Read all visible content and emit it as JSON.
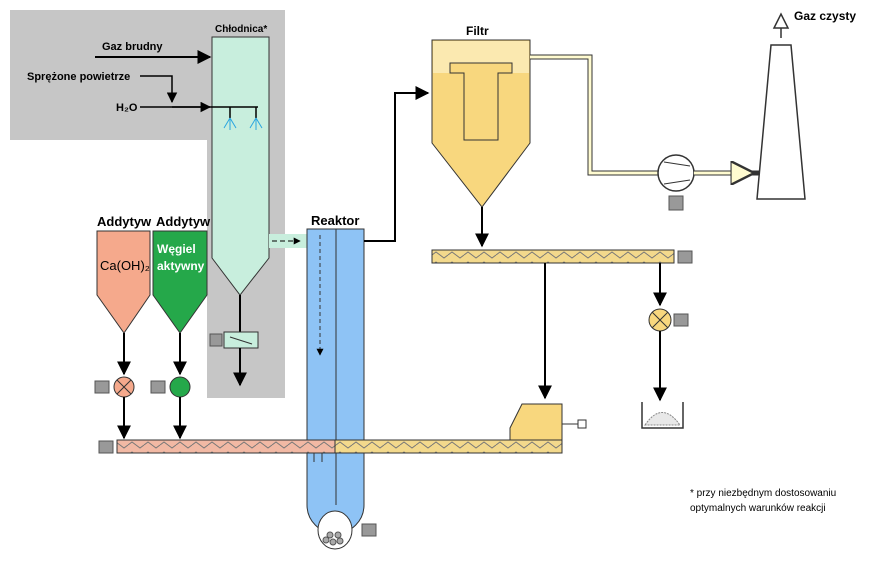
{
  "labels": {
    "gaz_brudny": "Gaz brudny",
    "sprezone_powietrze": "Sprężone powietrze",
    "h2o": "H₂O",
    "chlodnica": "Chłodnica*",
    "reaktor": "Reaktor",
    "filtr": "Filtr",
    "gaz_czysty": "Gaz czysty",
    "addytyw_1": "Addytyw",
    "addytyw_2": "Addytyw",
    "caoh2": "Ca(OH)₂",
    "wegiel_line1": "Węgiel",
    "wegiel_line2": "aktywny"
  },
  "footnote": {
    "line1": "* przy niezbędnym dostosowaniu",
    "line2": "optymalnych warunków reakcji"
  },
  "colors": {
    "cooler_zone": "#c6c6c6",
    "cooler": "#c8eedd",
    "reactor": "#8ec3f5",
    "filter": "#f8d77e",
    "screw_left": "#f2b9a4",
    "screw_right": "#f3d98c",
    "caoh2_hopper": "#f5a98c",
    "carbon_hopper": "#25a84a"
  }
}
